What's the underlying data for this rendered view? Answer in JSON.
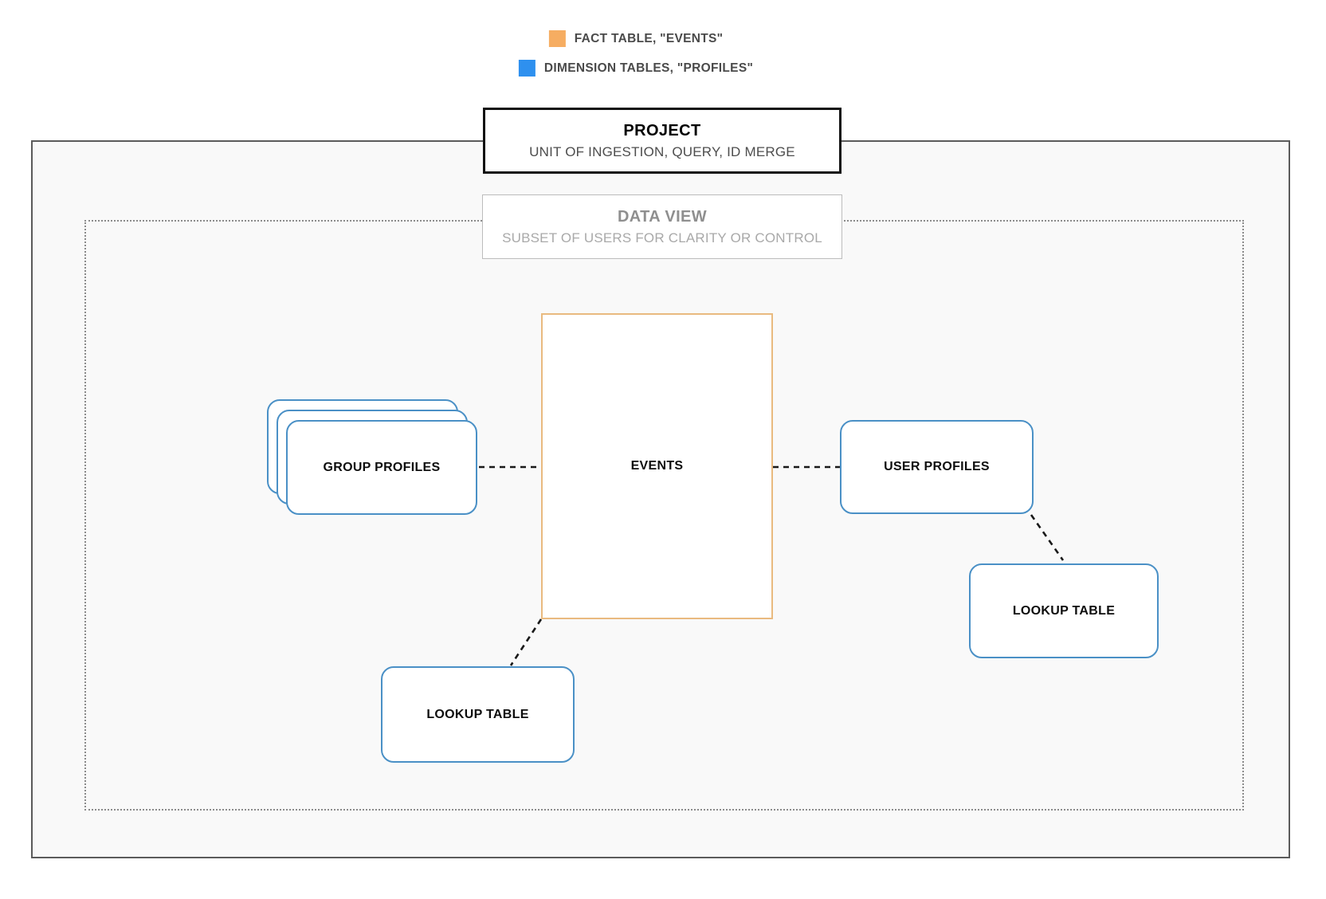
{
  "legend": {
    "items": [
      {
        "id": "fact",
        "label": "FACT TABLE, \"EVENTS\"",
        "color": "#f6ad62"
      },
      {
        "id": "dimension",
        "label": "DIMENSION TABLES, \"PROFILES\"",
        "color": "#2e90ef"
      }
    ]
  },
  "project_box": {
    "title": "PROJECT",
    "subtitle": "UNIT OF INGESTION, QUERY, ID MERGE"
  },
  "data_view_box": {
    "title": "DATA VIEW",
    "subtitle": "SUBSET OF USERS FOR CLARITY OR CONTROL"
  },
  "nodes": {
    "group_profiles": {
      "label": "GROUP PROFILES",
      "type": "dimension"
    },
    "events": {
      "label": "EVENTS",
      "type": "fact"
    },
    "user_profiles": {
      "label": "USER PROFILES",
      "type": "dimension"
    },
    "lookup_table_right": {
      "label": "LOOKUP TABLE",
      "type": "dimension"
    },
    "lookup_table_bottom": {
      "label": "LOOKUP TABLE",
      "type": "dimension"
    }
  },
  "colors": {
    "fact_border": "#e9ba7f",
    "dimension_border": "#4a90c6",
    "outer_boundary_border": "#5b5b5b",
    "dotted_boundary_border": "#8b8b8b",
    "connector": "#1a1a1a"
  }
}
